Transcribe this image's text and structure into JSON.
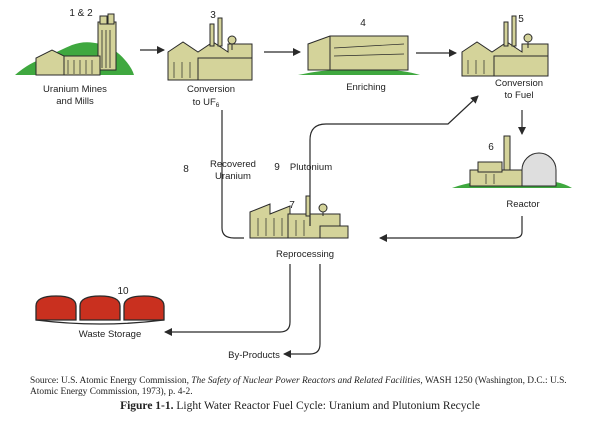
{
  "colors": {
    "building": "#d4d39a",
    "outline": "#2a2a2a",
    "grass": "#3fa83f",
    "storage": "#c9301f",
    "dome": "#dedede"
  },
  "nodes": {
    "mines": {
      "number": "1 & 2",
      "label1": "Uranium Mines",
      "label2": "and Mills"
    },
    "conversion_uf6": {
      "number": "3",
      "label1": "Conversion",
      "label2_main": "to UF",
      "label2_sub": "6"
    },
    "enriching": {
      "number": "4",
      "label": "Enriching"
    },
    "conversion_fuel": {
      "number": "5",
      "label1": "Conversion",
      "label2": "to Fuel"
    },
    "reactor": {
      "number": "6",
      "label": "Reactor"
    },
    "reprocessing": {
      "number": "7",
      "label": "Reprocessing"
    },
    "waste": {
      "number": "10",
      "label": "Waste Storage"
    }
  },
  "flows": {
    "recovered_uranium": {
      "number": "8",
      "label1": "Recovered",
      "label2": "Uranium"
    },
    "plutonium": {
      "number": "9",
      "label": "Plutonium"
    },
    "byproducts": {
      "label": "By-Products"
    }
  },
  "source": {
    "prefix": "Source: U.S. Atomic Energy Commission, ",
    "title": "The Safety of Nuclear Power Reactors and Related Facilities",
    "suffix": ", WASH 1250 (Washington, D.C.: U.S. Atomic Energy Commission, 1973), p. 4-2."
  },
  "caption": {
    "figure": "Figure 1-1.",
    "text": "Light Water Reactor Fuel Cycle: Uranium and Plutonium Recycle"
  }
}
